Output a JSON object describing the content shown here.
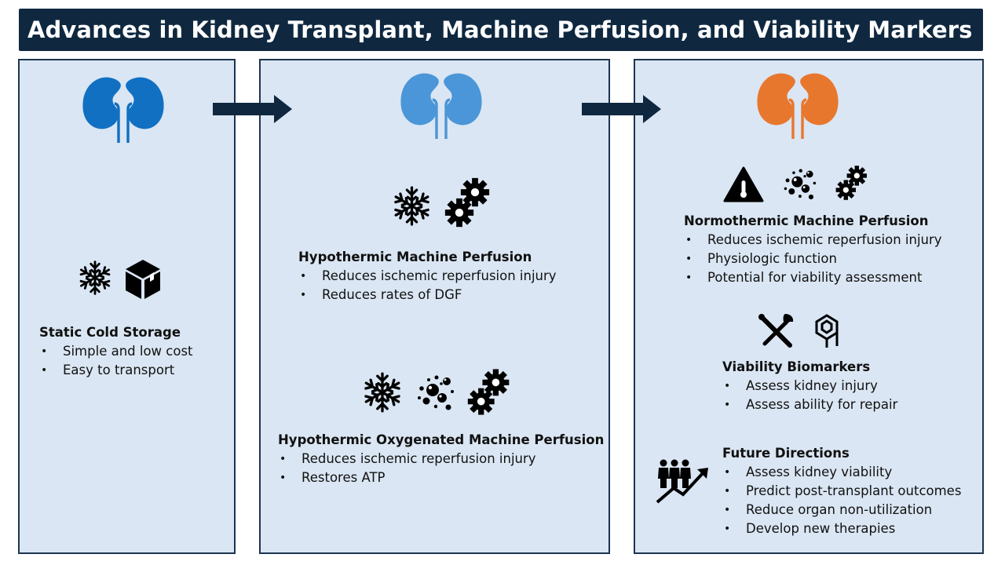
{
  "title": "Advances in Kidney Transplant, Machine Perfusion, and Viability Markers",
  "colors": {
    "title_bg": "#0f2840",
    "panel_bg": "#dae6f3",
    "panel_border": "#1c3450",
    "kidney_1": "#1170c2",
    "kidney_2": "#4a96d8",
    "kidney_3": "#e8772e",
    "arrow": "#0f2840"
  },
  "panels": [
    {
      "kidney_icon": "kidney-icon",
      "icons": [
        "snowflake-icon",
        "box-icon"
      ],
      "sections": [
        {
          "heading": "Static Cold Storage",
          "bullets": [
            "Simple and low cost",
            "Easy to transport"
          ]
        }
      ]
    },
    {
      "kidney_icon": "kidney-icon",
      "sections": [
        {
          "icons": [
            "snowflake-icon",
            "gears-icon"
          ],
          "heading": "Hypothermic Machine Perfusion",
          "bullets": [
            "Reduces ischemic reperfusion injury",
            "Reduces rates of DGF"
          ]
        },
        {
          "icons": [
            "snowflake-icon",
            "bubbles-icon",
            "gears-icon"
          ],
          "heading": "Hypothermic Oxygenated Machine Perfusion",
          "bullets": [
            "Reduces ischemic reperfusion injury",
            "Restores ATP"
          ]
        }
      ]
    },
    {
      "kidney_icon": "kidney-icon",
      "sections": [
        {
          "icons": [
            "thermometer-warning-icon",
            "bubbles-icon",
            "gears-icon"
          ],
          "heading": "Normothermic Machine Perfusion",
          "bullets": [
            "Reduces ischemic reperfusion injury",
            "Physiologic function",
            "Potential for viability assessment"
          ]
        },
        {
          "icons": [
            "tools-icon",
            "molecule-icon"
          ],
          "heading": "Viability Biomarkers",
          "bullets": [
            "Assess kidney injury",
            "Assess ability for repair"
          ]
        },
        {
          "icons": [
            "people-growth-icon"
          ],
          "heading": "Future Directions",
          "bullets": [
            "Assess kidney viability",
            "Predict post-transplant outcomes",
            "Reduce organ non-utilization",
            "Develop new therapies"
          ]
        }
      ]
    }
  ]
}
